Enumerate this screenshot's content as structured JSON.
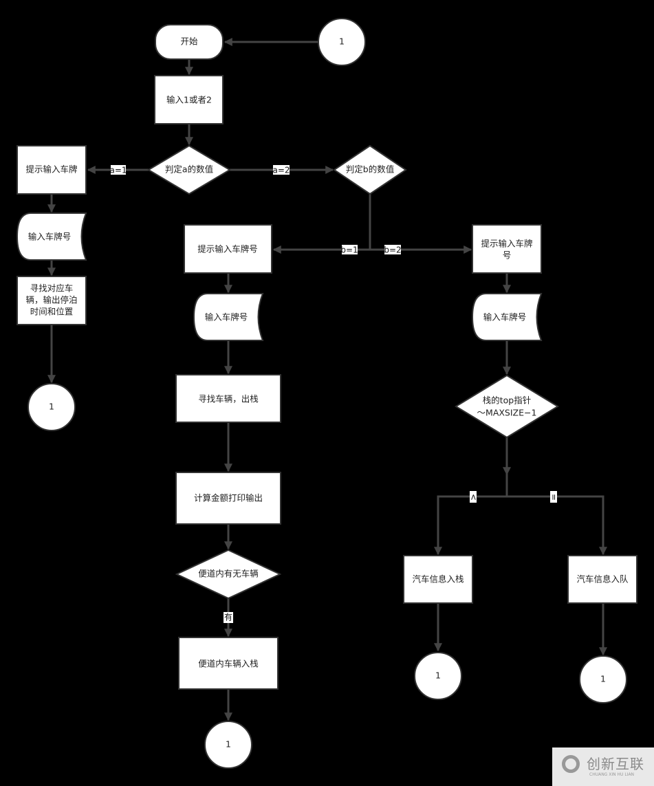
{
  "nodes": {
    "start": "开始",
    "connector": "1",
    "input_choice": "输入1或者2",
    "decide_a": "判定a的数值",
    "decide_b": "判定b的数值",
    "left_prompt": "提示输入车牌",
    "left_input": "输入车牌号",
    "left_find": [
      "寻找对应车",
      "辆，输出停泊",
      "时间和位置"
    ],
    "mid_prompt": "提示输入车牌号",
    "mid_input": "输入车牌号",
    "mid_find": "寻找车辆，出栈",
    "mid_calc": "计算金额打印输出",
    "mid_decide": "便道内有无车辆",
    "mid_push": "便道内车辆入栈",
    "right_prompt": [
      "提示输入车牌",
      "号"
    ],
    "right_input": "输入车牌号",
    "right_decide": [
      "栈的top指针",
      "～MAXSIZE−1"
    ],
    "right_push_stack": "汽车信息入栈",
    "right_push_queue": "汽车信息入队"
  },
  "edges": {
    "a1": "a=1",
    "a2": "a=2",
    "b1": "b=1",
    "b2": "b=2",
    "has": "有",
    "lt": "<",
    "eq": "="
  },
  "logo": {
    "cn": "创新互联",
    "en": "CHUANG XIN HU LIAN"
  }
}
